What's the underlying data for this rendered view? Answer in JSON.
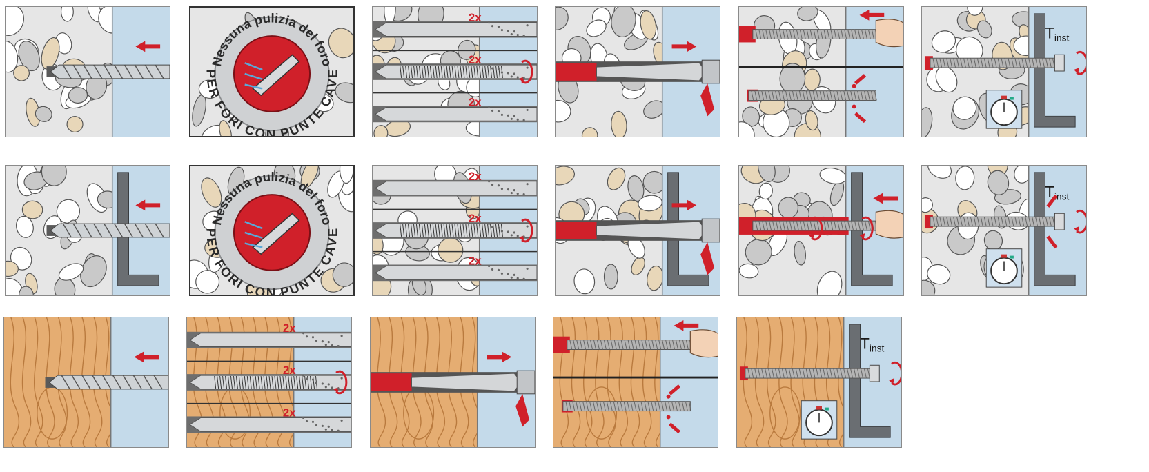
{
  "colors": {
    "concrete": "#e6e6e6",
    "pebble": "#c9c9c9",
    "pebble_light": "#ffffff",
    "pebble_tan": "#e8d7b9",
    "wood": "#e5ad72",
    "wood_grain": "#b97a3e",
    "air": "#c4daea",
    "accent_red": "#d0202a",
    "steel": "#b4b4b4",
    "bracket": "#6a6e72"
  },
  "icons": {
    "drill": "drill-bit-icon",
    "direction": "arrow-icon",
    "rotation": "rotation-arrow-icon",
    "dispenser": "injection-nozzle-icon",
    "rod": "threaded-rod-icon",
    "timer": "stopwatch-icon",
    "hand": "hand-icon"
  },
  "labels": {
    "repeat": "2x",
    "torque_main": "T",
    "torque_sub": "inst",
    "badge_top": "Nessuna pulizia del foro",
    "badge_bottom": "· PER FORI CON PUNTE CAVE ·"
  }
}
